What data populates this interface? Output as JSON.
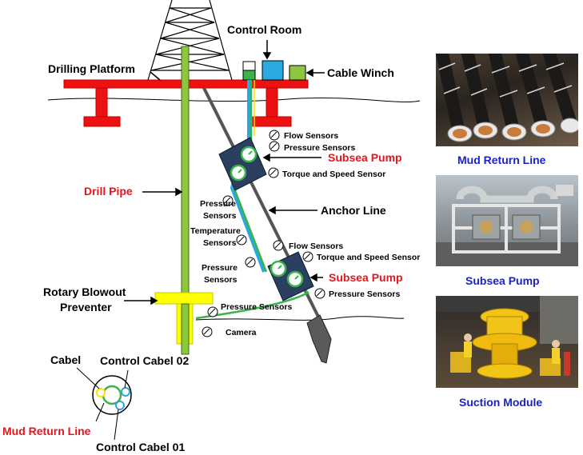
{
  "labels": {
    "control_room": "Control Room",
    "drilling_platform": "Drilling Platform",
    "cable_winch": "Cable Winch",
    "flow_sensors_top": "Flow Sensors",
    "pressure_sensors_top": "Pressure Sensors",
    "subsea_pump_top": "Subsea Pump",
    "torque_speed_top": "Torque and Speed Sensor",
    "drill_pipe": "Drill Pipe",
    "pressure_sensors_left_1": "Pressure",
    "pressure_sensors_left_2": "Sensors",
    "anchor_line": "Anchor Line",
    "temperature_sensors_1": "Temperature",
    "temperature_sensors_2": "Sensors",
    "flow_sensors_mid": "Flow Sensors",
    "torque_speed_bottom": "Torque and Speed Sensor",
    "pressure_sensors_left_b1": "Pressure",
    "pressure_sensors_left_b2": "Sensors",
    "subsea_pump_bottom": "Subsea Pump",
    "pressure_sensors_right_bottom": "Pressure Sensors",
    "rotary_bop_1": "Rotary Blowout",
    "rotary_bop_2": "Preventer",
    "pressure_sensors_bop": "Pressure Sensors",
    "camera": "Camera",
    "cabel": "Cabel",
    "control_cabel_02": "Control Cabel 02",
    "mud_return_line_legend": "Mud Return Line",
    "control_cabel_01": "Control Cabel 01"
  },
  "photos": {
    "mud_return_line": "Mud Return Line",
    "subsea_pump": "Subsea Pump",
    "suction_module": "Suction Module"
  },
  "colors": {
    "platform": "#ee1111",
    "drill_pipe": "#8dc63f",
    "bop": "#ffff00",
    "control_room": "#29abe2",
    "cable_winch": "#8dc63f",
    "pump_body": "#2b4060",
    "line_green": "#3cb44b",
    "line_blue": "#2aa7e0",
    "label_red": "#e8141b",
    "label_blue": "#1a23c8"
  }
}
